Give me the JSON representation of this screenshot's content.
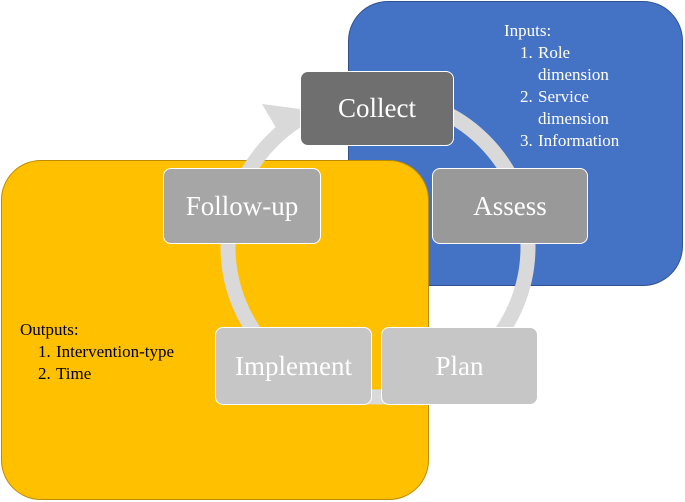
{
  "inputs": {
    "title": "Inputs:",
    "items": [
      {
        "num": "1.",
        "lines": [
          "Role",
          "dimension"
        ]
      },
      {
        "num": "2.",
        "lines": [
          "Service",
          "dimension"
        ]
      },
      {
        "num": "3.",
        "lines": [
          "Information"
        ]
      }
    ]
  },
  "outputs": {
    "title": "Outputs:",
    "items": [
      {
        "num": "1.",
        "text": "Intervention-type"
      },
      {
        "num": "2.",
        "text": "Time"
      }
    ]
  },
  "cycle": {
    "collect": "Collect",
    "assess": "Assess",
    "plan": "Plan",
    "implement": "Implement",
    "follow_up": "Follow-up"
  },
  "colors": {
    "inputs_panel": "#4472c4",
    "outputs_panel": "#ffc000",
    "cycle_ring": "#d9d9d9",
    "collect": "#6f6f6f",
    "assess": "#999999",
    "plan": "#c6c6c6",
    "implement": "#c6c6c6",
    "follow_up": "#a6a6a6"
  }
}
